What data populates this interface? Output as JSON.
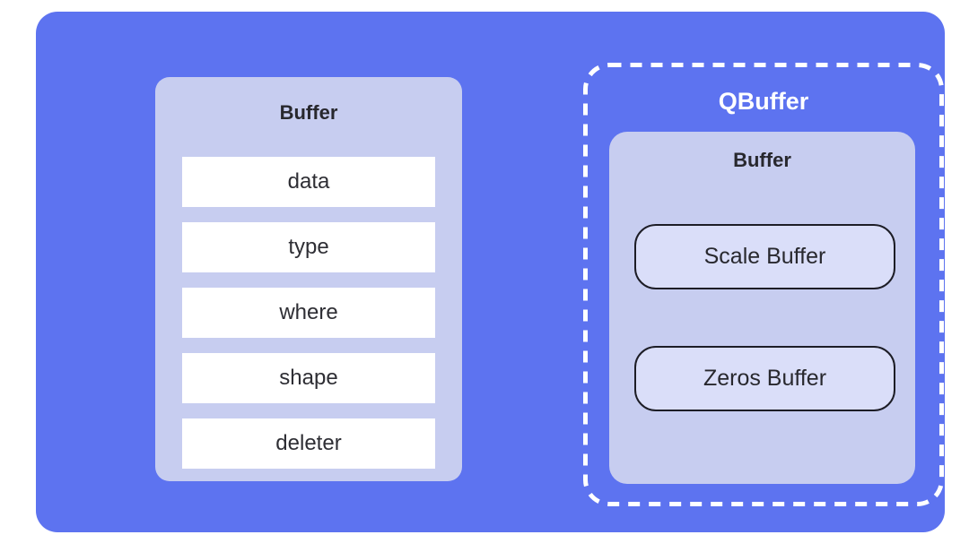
{
  "colors": {
    "canvas_bg": "#ffffff",
    "panel_bg": "#5d73f0",
    "class_box_bg": "#c7cdf0",
    "field_row_bg": "#ffffff",
    "pill_bg": "#dadef9",
    "pill_border": "#1d1d26",
    "text_dark": "#28282e",
    "text_light": "#ffffff",
    "dashed_border": "#ffffff"
  },
  "left_box": {
    "title": "Buffer",
    "fields": [
      "data",
      "type",
      "where",
      "shape",
      "deleter"
    ]
  },
  "qbuffer": {
    "title": "QBuffer",
    "buffer_box": {
      "title": "Buffer",
      "members": [
        "Scale Buffer",
        "Zeros Buffer"
      ]
    }
  }
}
